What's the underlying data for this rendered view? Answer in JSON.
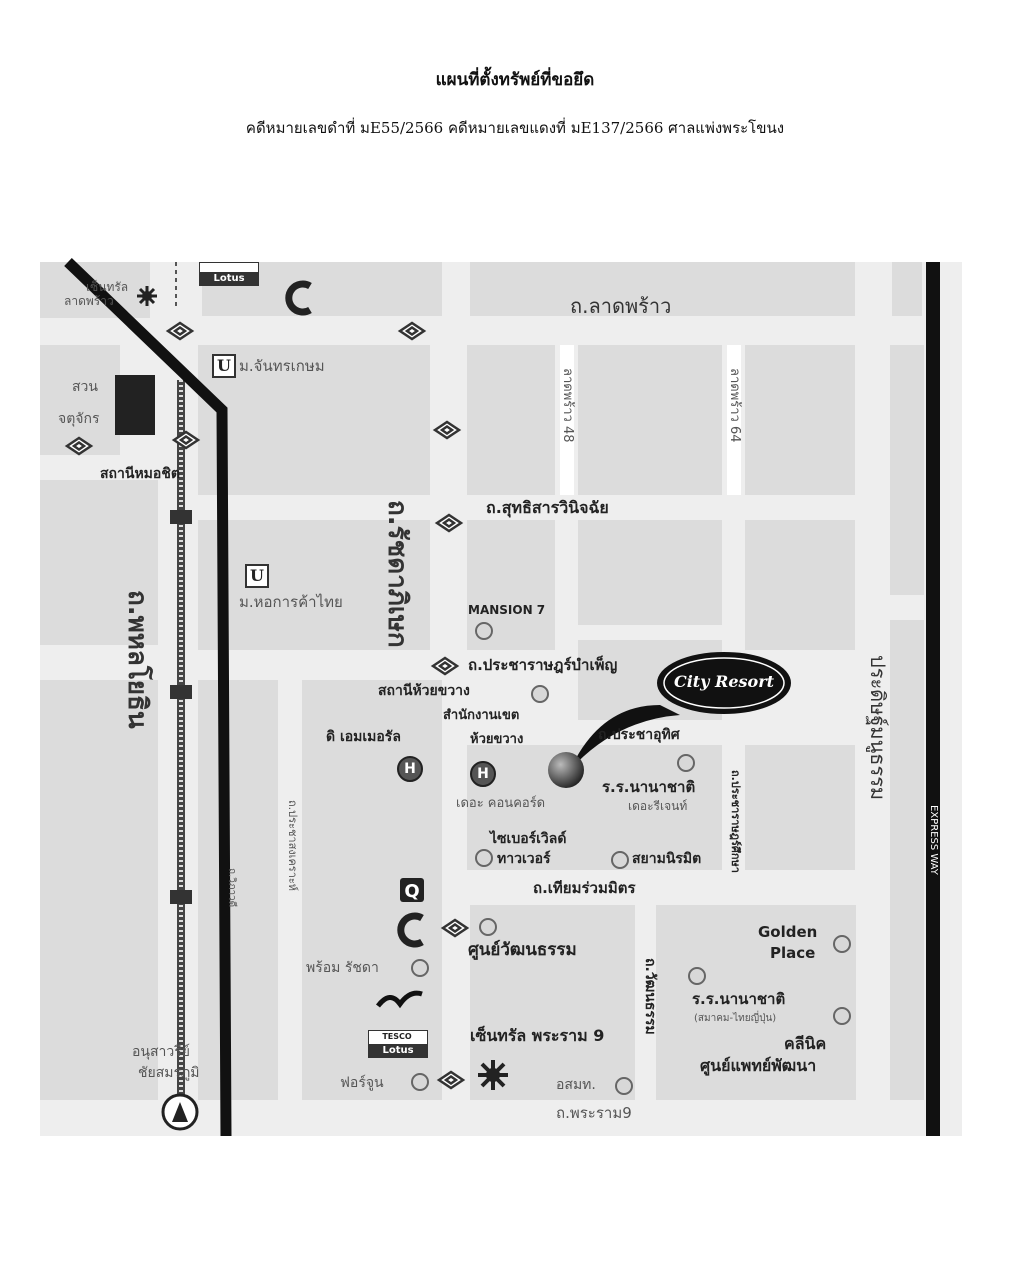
{
  "document": {
    "title": "แผนที่ตั้งทรัพย์ที่ขอยึด",
    "subtitle": "คดีหมายเลขดำที่ มE55/2566 คดีหมายเลขแดงที่ มE137/2566 ศาลแพ่งพระโขนง"
  },
  "map": {
    "roads": {
      "lat_phrao": "ถ.ลาดพร้าว",
      "ratchadaphisek": "ถ.รัชดาภิเษก",
      "phahonyothin": "ถ.พหลโยธิน",
      "sutthisan": "ถ.สุทธิสารวินิจฉัย",
      "pracharat_bamphen": "ถ.ประชาราษฎร์บำเพ็ญ",
      "pracha_uthit": "ถ.ประชาอุทิศ",
      "thiam_ruam_mit": "ถ.เทียมร่วมมิตร",
      "rama9": "ถ.พระราม9",
      "pracha_songkhro": "ถ.ประชาสงเคราะห์",
      "lat_phrao_48": "ลาดพร้าว 48",
      "lat_phrao_64": "ลาดพร้าว 64",
      "vibhavadi": "ถ.วิภาวดี",
      "wattanatham": "ถ.วัฒนธรรม",
      "pracharatsuksa": "ถ.ประชาราษฎร์ศึกษา",
      "pradit_manutham": "ประดิษฐ์มนูธรรม",
      "expressway": "EXPRESS WAY"
    },
    "places": {
      "central_ladprao_1": "เซ็นทรัล",
      "central_ladprao_2": "ลาดพร้าว",
      "park_1": "สวน",
      "park_2": "จตุจักร",
      "station_mochit": "สถานีหมอชิต",
      "uni_chandrakasem": "ม.จันทรเกษม",
      "uni_thai_chamber": "ม.หอการค้าไทย",
      "mansion7": "MANSION 7",
      "station_huaikhwang": "สถานีห้วยขวาง",
      "district_office_1": "สำนักงานเขต",
      "district_office_2": "ห้วยขวาง",
      "the_emerald": "ดิ เอมเมอรัล",
      "the_concord": "เดอะ คอนคอร์ด",
      "intl_school_1": "ร.ร.นานาชาติ",
      "intl_school_1_sub": "เดอะรีเจนท์",
      "cyberworld_1": "ไซเบอร์เวิลด์",
      "cyberworld_2": "ทาวเวอร์",
      "siam_niramit": "สยามนิรมิต",
      "cultural_center": "ศูนย์วัฒนธรรม",
      "golden_place_1": "Golden",
      "golden_place_2": "Place",
      "intl_school_2": "ร.ร.นานาชาติ",
      "intl_school_2_sub": "(สมาคม-ไทยญี่ปุ่น)",
      "clinic": "คลีนิค",
      "dev_center": "ศูนย์แพทย์พัฒนา",
      "central_rama9": "เซ็นทรัล พระราม 9",
      "prompt_ratchada": "พร้อม รัชดา",
      "fortune": "ฟอร์จูน",
      "osmt": "อสมท.",
      "victory_1": "อนุสาวรีย์",
      "victory_2": "ชัยสมรภูมิ",
      "city_resort": "City Resort"
    },
    "icons": {
      "lotus_top": "Lotus",
      "lotus_bottom": "Lotus",
      "tesco": "TESCO",
      "u_symbol": "U",
      "h_symbol": "H"
    }
  }
}
